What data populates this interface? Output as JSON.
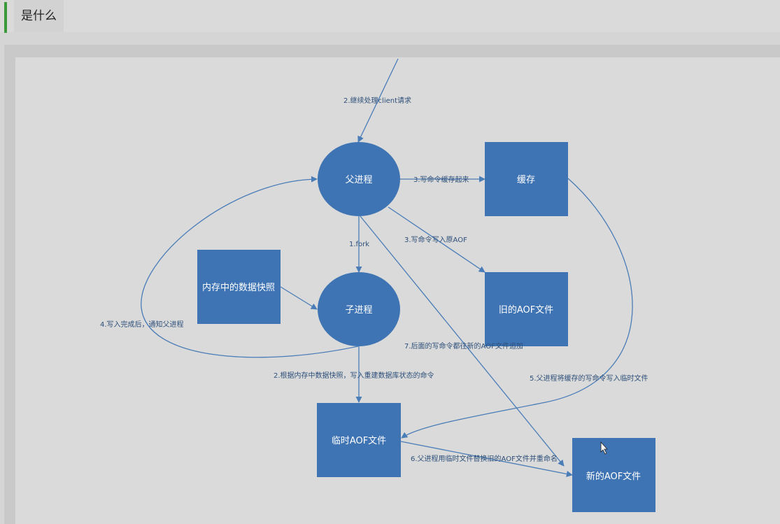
{
  "header": {
    "title": "是什么"
  },
  "colors": {
    "node": "#3f74b4",
    "edge": "#4a7cb8",
    "accent": "#3c9a3c"
  },
  "nodes": {
    "parent": "父进程",
    "child": "子进程",
    "cache": "缓存",
    "snapshot": "内存中的数据快照",
    "old_aof": "旧的AOF文件",
    "temp_aof": "临时AOF文件",
    "new_aof": "新的AOF文件"
  },
  "edges": {
    "client": "2.继续处理client请求",
    "write_cache": "3.写命令缓存起来",
    "write_old": "3.写命令写入原AOF",
    "fork": "1.fork",
    "notify": "4.写入完成后，通知父进程",
    "append_new": "7.后面的写命令都往新的AOF文件追加",
    "rebuild": "2.根据内存中数据快照，写入重建数据库状态的命令",
    "cache_to_temp": "5.父进程将缓存的写命令写入临时文件",
    "replace": "6.父进程用临时文件替换旧的AOF文件并重命名"
  }
}
